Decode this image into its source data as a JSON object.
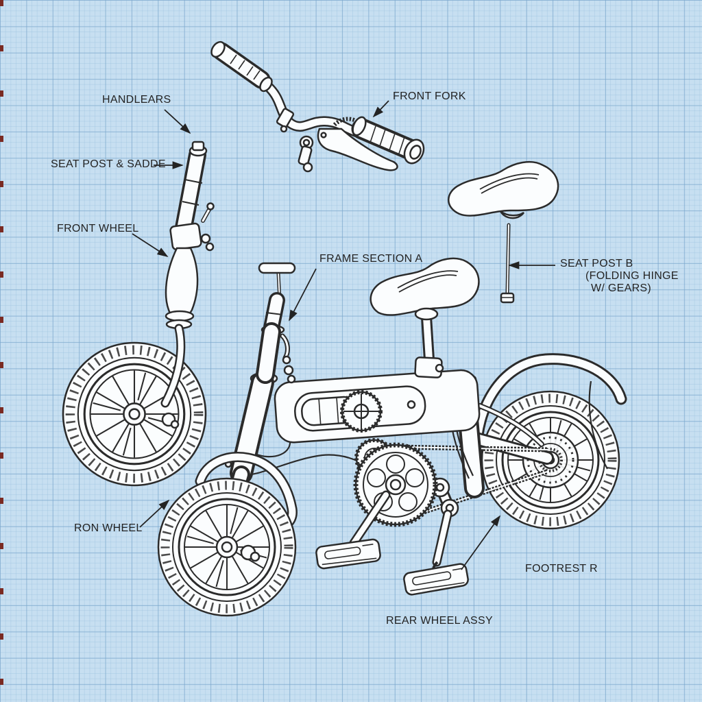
{
  "labels": [
    {
      "id": "handlebars",
      "text": "HANDLEARS"
    },
    {
      "id": "seat-post-saddle",
      "text": "SEAT POST & SADDE"
    },
    {
      "id": "front-fork",
      "text": "FRONT FORK"
    },
    {
      "id": "front-wheel",
      "text": "FRONT WHEEL"
    },
    {
      "id": "frame-section-a",
      "text": "FRAME SECTION A"
    },
    {
      "id": "seat-post-b",
      "text": "SEAT POST B",
      "line2": "(FOLDING HINGE",
      "line3": "W/ GEARS)"
    },
    {
      "id": "ron-wheel",
      "text": "RON WHEEL"
    },
    {
      "id": "footrest-r",
      "text": "FOOTREST R"
    },
    {
      "id": "rear-wheel-assy",
      "text": "REAR WHEEL ASSY"
    }
  ],
  "colors": {
    "paper": "#c7dff1",
    "grid_minor": "#b2d2e8",
    "grid_major": "#8ab7da",
    "ink": "#2b2b2b",
    "label_text": "#232323",
    "edge_mark": "#7a2a22",
    "part_fill": "#fbfdfe"
  }
}
